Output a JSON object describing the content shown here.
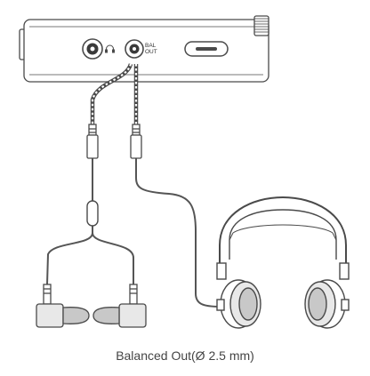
{
  "device": {
    "bal_label_line1": "BAL",
    "bal_label_line2": "OUT"
  },
  "caption": "Balanced Out(Ø 2.5 mm)",
  "colors": {
    "stroke": "#4a4a4a",
    "cable": "#555555",
    "fill_light": "#e8e8e8",
    "fill_dark": "#c8c8c8"
  },
  "icons": [
    "headphone-jack-icon",
    "headphone-symbol-icon",
    "balanced-out-jack-icon",
    "power-button-icon",
    "over-ear-headphones-icon",
    "earphones-icon"
  ]
}
